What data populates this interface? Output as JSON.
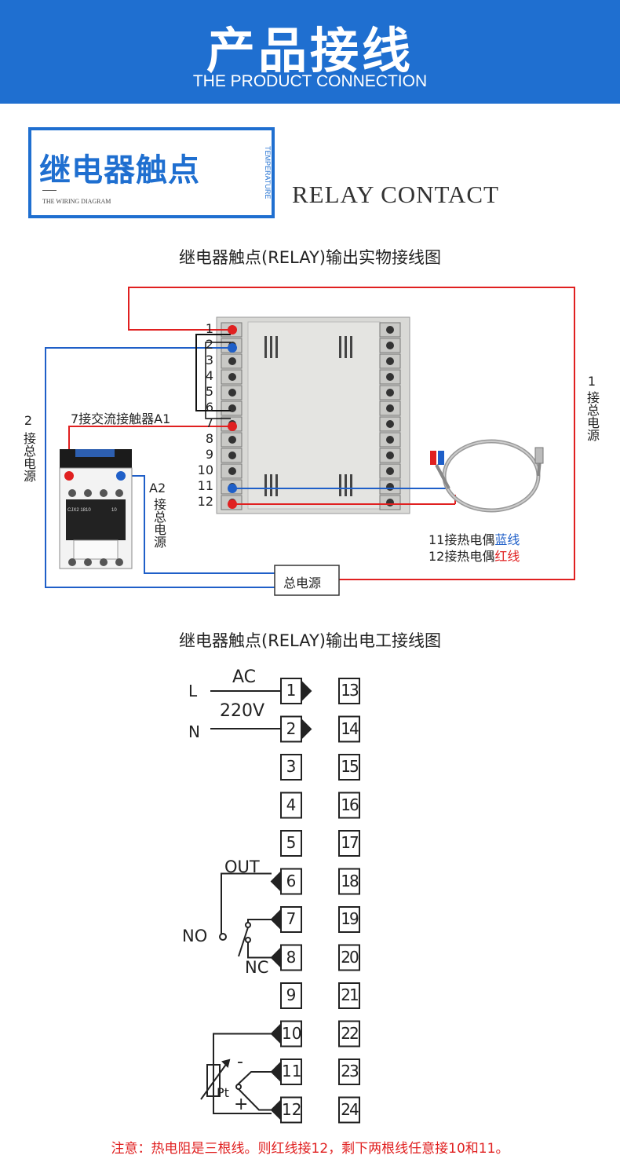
{
  "header": {
    "title": "产品接线",
    "subtitle": "THE PRODUCT CONNECTION"
  },
  "section": {
    "title_cn": "继电器触点",
    "small_label": "THE WIRING DIAGRAM",
    "vertical_label": "TEMPERATURE",
    "title_en": "RELAY CONTACT"
  },
  "physical": {
    "heading": "继电器触点(RELAY)输出实物接线图",
    "terminal_numbers": [
      "1",
      "2",
      "3",
      "4",
      "5",
      "6",
      "7",
      "8",
      "9",
      "10",
      "11",
      "12"
    ],
    "label_a1": "7接交流接触器A1",
    "label_left_num": "2",
    "label_left": "接总电源",
    "label_right_num": "1",
    "label_right": "接总电源",
    "label_a2_num": "A2",
    "label_a2": "接总电源",
    "power_box": "总电源",
    "thermo_blue_prefix": "11接热电偶",
    "thermo_blue_color": "蓝线",
    "thermo_red_prefix": "12接热电偶",
    "thermo_red_color": "红线",
    "contactor_model": "CJX2 1810",
    "contactor_num": "10"
  },
  "schematic": {
    "heading": "继电器触点(RELAY)输出电工接线图",
    "label_L": "L",
    "label_N": "N",
    "label_AC": "AC",
    "label_220V": "220V",
    "label_OUT": "OUT",
    "label_NO": "NO",
    "label_NC": "NC",
    "label_minus": "-",
    "label_plus": "+",
    "label_Pt": "Pt",
    "left_terminals": [
      "1",
      "2",
      "3",
      "4",
      "5",
      "6",
      "7",
      "8",
      "9",
      "10",
      "11",
      "12"
    ],
    "right_terminals": [
      "13",
      "14",
      "15",
      "16",
      "17",
      "18",
      "19",
      "20",
      "21",
      "22",
      "23",
      "24"
    ]
  },
  "note": "注意：热电阻是三根线。则红线接12，剩下两根线任意接10和11。",
  "colors": {
    "accent": "#1f6fd0",
    "red_wire": "#e02020",
    "blue_wire": "#1f5fc8"
  }
}
